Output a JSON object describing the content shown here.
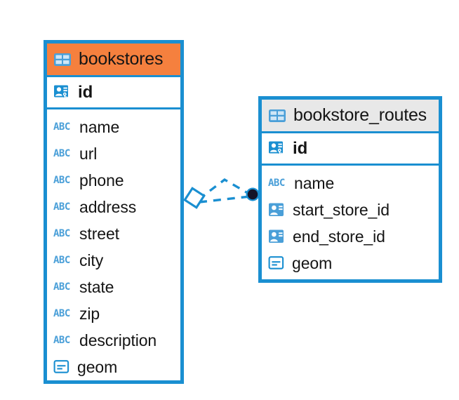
{
  "diagram": {
    "type": "entity-relationship-diagram",
    "background_color": "#ffffff",
    "accent_color": "#1a8fd1",
    "highlight_color": "#f5803e",
    "entities": [
      {
        "name": "bookstores",
        "header_style": "accent-orange",
        "table_icon": "table-grid-icon",
        "primary_key": {
          "label": "id",
          "icon": "primary-key-icon"
        },
        "fields": [
          {
            "label": "name",
            "icon": "abc-text-icon"
          },
          {
            "label": "url",
            "icon": "abc-text-icon"
          },
          {
            "label": "phone",
            "icon": "abc-text-icon"
          },
          {
            "label": "address",
            "icon": "abc-text-icon"
          },
          {
            "label": "street",
            "icon": "abc-text-icon"
          },
          {
            "label": "city",
            "icon": "abc-text-icon"
          },
          {
            "label": "state",
            "icon": "abc-text-icon"
          },
          {
            "label": "zip",
            "icon": "abc-text-icon"
          },
          {
            "label": "description",
            "icon": "abc-text-icon"
          },
          {
            "label": "geom",
            "icon": "geometry-icon"
          }
        ]
      },
      {
        "name": "bookstore_routes",
        "header_style": "accent-grey",
        "table_icon": "table-grid-icon",
        "primary_key": {
          "label": "id",
          "icon": "primary-key-icon"
        },
        "fields": [
          {
            "label": "name",
            "icon": "abc-text-icon"
          },
          {
            "label": "start_store_id",
            "icon": "foreign-key-icon"
          },
          {
            "label": "end_store_id",
            "icon": "foreign-key-icon"
          },
          {
            "label": "geom",
            "icon": "geometry-icon"
          }
        ]
      }
    ],
    "relationships": [
      {
        "from": "bookstores",
        "to": "bookstore_routes",
        "from_marker": "diamond",
        "to_marker": "filled-circle",
        "line_style": "dashed"
      },
      {
        "from": "bookstores",
        "to": "bookstore_routes",
        "from_marker": "diamond",
        "to_marker": "filled-circle",
        "line_style": "dashed"
      }
    ],
    "abc_glyph": "ABC"
  }
}
